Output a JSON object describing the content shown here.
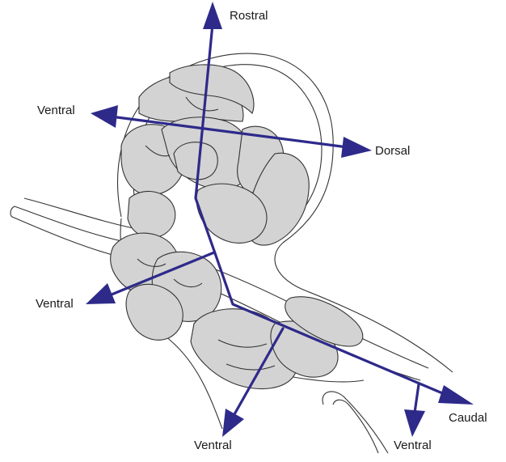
{
  "labels": {
    "rostral": "Rostral",
    "dorsal": "Dorsal",
    "ventral_left_top": "Ventral",
    "ventral_left_mid": "Ventral",
    "ventral_bottom_left": "Ventral",
    "ventral_bottom_right": "Ventral",
    "caudal": "Caudal"
  },
  "colors": {
    "arrow": "#2e2a8a",
    "tissue_fill": "#d3d3d3",
    "outline": "#333333"
  }
}
